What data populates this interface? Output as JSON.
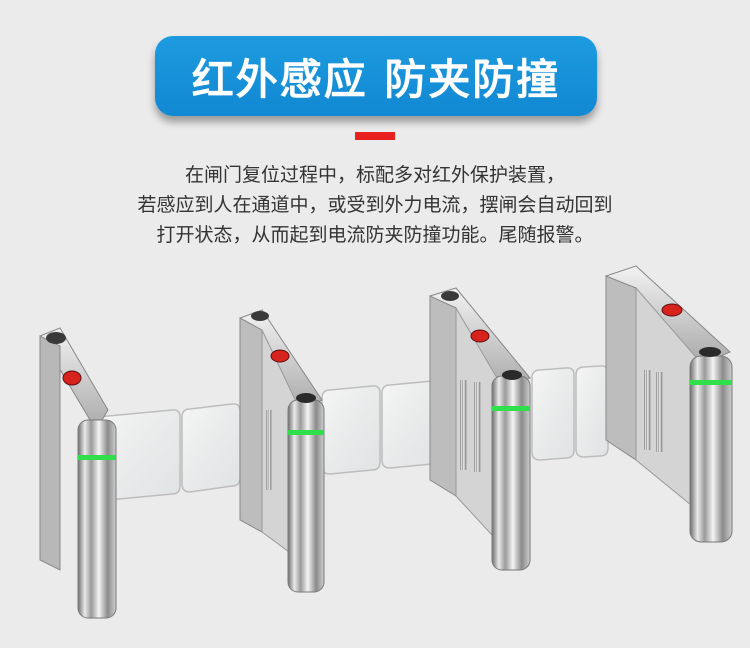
{
  "banner": {
    "title": "红外感应 防夹防撞"
  },
  "description": {
    "lines": [
      "在闸门复位过程中，标配多对红外保护装置，",
      "若感应到人在通道中，或受到外力电流，摆闸会自动回到",
      "打开状态，从而起到电流防夹防撞功能。尾随报警。"
    ]
  },
  "colors": {
    "banner_blue": "#1a94dc",
    "accent_red": "#e8201f",
    "indicator_green": "#2fe04a",
    "sensor_red": "#d8231c"
  },
  "scene": {
    "subject": "swing-gate-turnstiles",
    "gate_count": 4,
    "glass_panel_count": 6
  }
}
